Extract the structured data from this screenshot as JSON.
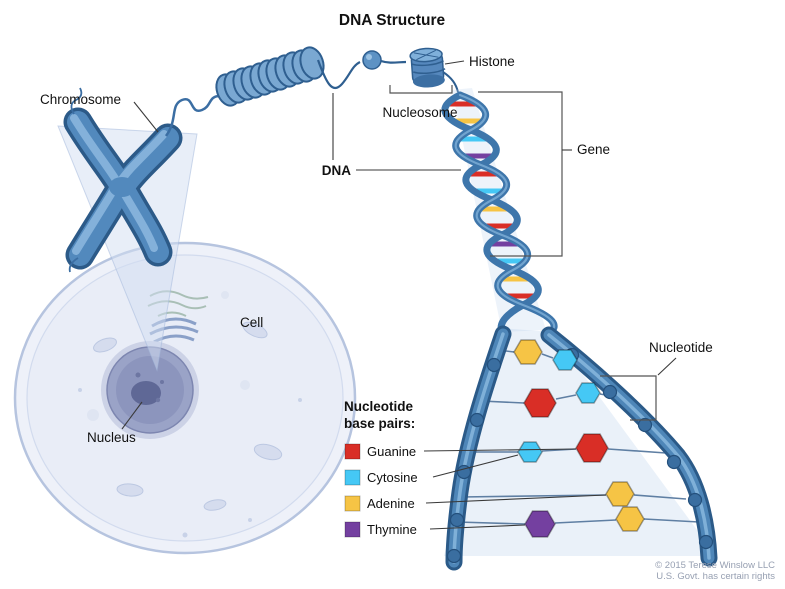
{
  "title": "DNA Structure",
  "labels": {
    "chromosome": "Chromosome",
    "histone": "Histone",
    "nucleosome": "Nucleosome",
    "dna": "DNA",
    "gene": "Gene",
    "cell": "Cell",
    "nucleus": "Nucleus",
    "nucleotide": "Nucleotide"
  },
  "legend": {
    "heading_line1": "Nucleotide",
    "heading_line2": "base pairs:",
    "items": [
      {
        "label": "Guanine",
        "color": "#d92e26"
      },
      {
        "label": "Cytosine",
        "color": "#45c8f5"
      },
      {
        "label": "Adenine",
        "color": "#f6c445"
      },
      {
        "label": "Thymine",
        "color": "#7440a0"
      }
    ]
  },
  "credit": {
    "line1": "© 2015 Terese Winslow LLC",
    "line2": "U.S. Govt. has certain rights"
  },
  "colors": {
    "dna_blue": "#4e86b8",
    "dna_blue_dark": "#2b5a88"
  }
}
